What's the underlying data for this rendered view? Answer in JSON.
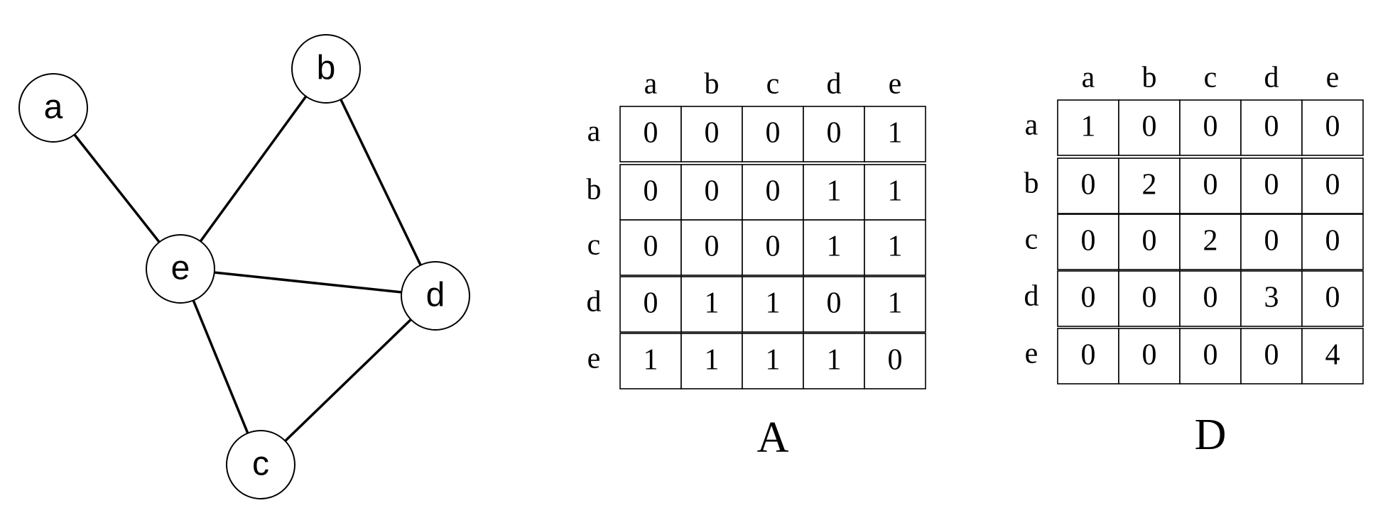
{
  "graph": {
    "nodes": [
      "a",
      "b",
      "c",
      "d",
      "e"
    ],
    "edges": [
      [
        "a",
        "e"
      ],
      [
        "b",
        "e"
      ],
      [
        "b",
        "d"
      ],
      [
        "e",
        "d"
      ],
      [
        "e",
        "c"
      ],
      [
        "c",
        "d"
      ]
    ]
  },
  "matrices": [
    {
      "caption": "A",
      "col_labels": [
        "a",
        "b",
        "c",
        "d",
        "e"
      ],
      "row_labels": [
        "a",
        "b",
        "c",
        "d",
        "e"
      ],
      "rows": [
        [
          "0",
          "0",
          "0",
          "0",
          "1"
        ],
        [
          "0",
          "0",
          "0",
          "1",
          "1"
        ],
        [
          "0",
          "0",
          "0",
          "1",
          "1"
        ],
        [
          "0",
          "1",
          "1",
          "0",
          "1"
        ],
        [
          "1",
          "1",
          "1",
          "1",
          "0"
        ]
      ]
    },
    {
      "caption": "D",
      "col_labels": [
        "a",
        "b",
        "c",
        "d",
        "e"
      ],
      "row_labels": [
        "a",
        "b",
        "c",
        "d",
        "e"
      ],
      "rows": [
        [
          "1",
          "0",
          "0",
          "0",
          "0"
        ],
        [
          "0",
          "2",
          "0",
          "0",
          "0"
        ],
        [
          "0",
          "0",
          "2",
          "0",
          "0"
        ],
        [
          "0",
          "0",
          "0",
          "3",
          "0"
        ],
        [
          "0",
          "0",
          "0",
          "0",
          "4"
        ]
      ]
    }
  ]
}
